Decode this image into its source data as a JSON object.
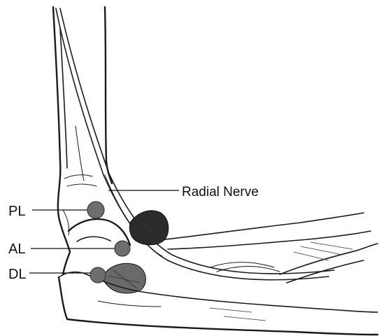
{
  "labels": {
    "radial_nerve": "Radial Nerve",
    "pl": "PL",
    "al": "AL",
    "dl": "DL"
  },
  "colors": {
    "portal_fill": "#6e6e6e",
    "line": "#1a1a1a",
    "background": "#ffffff"
  }
}
